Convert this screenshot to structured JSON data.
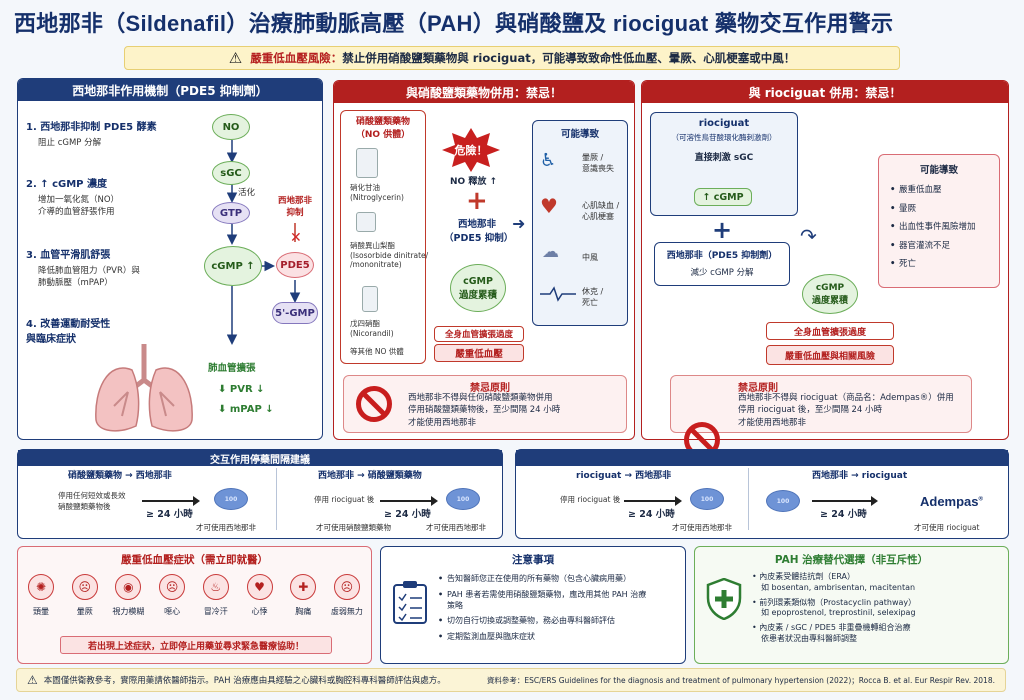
{
  "title": "西地那非（Sildenafil）治療肺動脈高壓（PAH）與硝酸鹽及 riociguat 藥物交互作用警示",
  "warning": {
    "label": "嚴重低血壓風險：",
    "text": "禁止併用硝酸鹽類藥物與 riociguat，可能導致致命性低血壓、暈厥、心肌梗塞或中風！"
  },
  "mech": {
    "header": "西地那非作用機制（PDE5 抑制劑）",
    "steps": [
      {
        "title": "1. 西地那非抑制 PDE5 酵素",
        "desc": "阻止 cGMP 分解"
      },
      {
        "title": "2. ↑ cGMP 濃度",
        "desc": "增加一氧化氮（NO）\n介導的血管舒張作用"
      },
      {
        "title": "3. 血管平滑肌舒張",
        "desc": "降低肺血管阻力（PVR）與\n肺動脈壓（mPAP）"
      },
      {
        "title": "4. 改善運動耐受性\n與臨床症狀",
        "desc": ""
      }
    ],
    "nodes": {
      "no": "NO",
      "sgc": "sGC",
      "gtp": "GTP",
      "cgmp": "cGMP ↑",
      "pde5": "PDE5",
      "gmp": "5'-GMP"
    },
    "activate": "活化",
    "sild_label": "西地那非\n抑制",
    "vasodil": "肺血管擴張",
    "pvr": "PVR ↓",
    "mpap": "mPAP ↓"
  },
  "nitrate": {
    "header": "與硝酸鹽類藥物併用：禁忌！",
    "list_title": "硝酸鹽類藥物\n（NO 供體）",
    "drugs": [
      "硝化甘油\n(Nitroglycerin)",
      "硝酸異山梨酯\n(Isosorbide dinitrate/\n/mononitrate)",
      "戊四硝酯\n(Nicorandil)",
      "等其他 NO 供體"
    ],
    "danger": "危險！",
    "no_release": "NO 釋放 ↑",
    "plus": "+",
    "sild": "西地那非\n（PDE5 抑制）",
    "cgmp": "cGMP\n過度累積",
    "vaso": "全身血管擴張過度",
    "hypo": "嚴重低血壓",
    "effects_title": "可能導致",
    "effects": [
      "暈厥 /\n意識喪失",
      "心肌缺血 /\n心肌梗塞",
      "中風",
      "休克 /\n死亡"
    ],
    "ban_title": "禁忌原則",
    "ban_text": "西地那非不得與任何硝酸鹽類藥物併用\n停用硝酸鹽類藥物後，至少間隔 24 小時\n才能使用西地那非"
  },
  "rio": {
    "header": "與 riociguat 併用：禁忌！",
    "box_title": "riociguat",
    "box_sub": "（可溶性鳥苷酸環化酶刺激劑）",
    "box_act": "直接刺激 sGC",
    "box_cgmp": "↑ cGMP",
    "plus": "+",
    "sild_title": "西地那非（PDE5 抑制劑）",
    "sild_desc": "減少 cGMP 分解",
    "cgmp": "cGMP\n過度累積",
    "vaso": "全身血管擴張過度",
    "hypo": "嚴重低血壓與相關風險",
    "effects_title": "可能導致",
    "effects": [
      "嚴重低血壓",
      "暈厥",
      "出血性事件風險增加",
      "器官灌流不足",
      "死亡"
    ],
    "ban_title": "禁忌原則",
    "ban_text": "西地那非不得與 riociguat（商品名：Adempas®）併用\n停用 riociguat 後，至少間隔 24 小時\n才能使用西地那非"
  },
  "interval": {
    "header": "交互作用停藥間隔建議",
    "left": [
      {
        "title": "硝酸鹽類藥物 → 西地那非",
        "desc": "停用任何短效或長效\n硝酸鹽類藥物後",
        "hours": "≥ 24 小時",
        "note": "才可使用西地那非"
      },
      {
        "title": "西地那非 → 硝酸鹽類藥物",
        "desc": "停用 riociguat 後",
        "hours": "≥ 24 小時",
        "note": "才可使用硝酸鹽類藥物",
        "note2": "才可使用西地那非"
      }
    ],
    "right": [
      {
        "title": "riociguat → 西地那非",
        "desc": "停用 riociguat 後",
        "hours": "≥ 24 小時",
        "note": "才可使用西地那非"
      },
      {
        "title": "西地那非 → riociguat",
        "desc": "",
        "hours": "≥ 24 小時",
        "note": "才可使用 riociguat",
        "brand": "Adempas"
      }
    ],
    "pill": "100"
  },
  "symptoms": {
    "header": "嚴重低血壓症狀（需立即就醫）",
    "items": [
      "頭暈",
      "暈厥",
      "視力模糊",
      "噁心",
      "冒冷汗",
      "心悸",
      "胸痛",
      "虛弱無力"
    ],
    "glyphs": [
      "✺",
      "☹",
      "◉",
      "☹",
      "♨",
      "♥",
      "✚",
      "☹"
    ],
    "alert": "若出現上述症狀，立即停止用藥並尋求緊急醫療協助！"
  },
  "notes": {
    "header": "注意事項",
    "items": [
      "告知醫師您正在使用的所有藥物（包含心臟病用藥）",
      "PAH 患者若需使用硝酸鹽類藥物，應改用其他 PAH 治療\n策略",
      "切勿自行切換或調整藥物，務必由專科醫師評估",
      "定期監測血壓與臨床症狀"
    ]
  },
  "alt": {
    "header": "PAH 治療替代選擇（非互斥性）",
    "items": [
      {
        "main": "內皮素受體拮抗劑（ERA）",
        "sub": "如 bosentan, ambrisentan, macitentan"
      },
      {
        "main": "前列環素類似物（Prostacyclin pathway）",
        "sub": "如 epoprostenol, treprostinil, selexipag"
      },
      {
        "main": "內皮素 / sGC / PDE5 非重疊機轉組合治療",
        "sub": "依患者狀況由專科醫師調整"
      }
    ]
  },
  "footer": {
    "left": "本圖僅供衛教參考，實際用藥請依醫師指示。PAH 治療應由具經驗之心臟科或胸腔科專科醫師評估與處方。",
    "right": "資料參考：ESC/ERS Guidelines for the diagnosis and treatment of pulmonary hypertension (2022)；Rocca B. et al. Eur Respir Rev. 2018."
  },
  "colors": {
    "navy": "#1f3d7a",
    "red": "#b3201f",
    "green": "#2e7d32",
    "warn": "#fdf3c9"
  }
}
